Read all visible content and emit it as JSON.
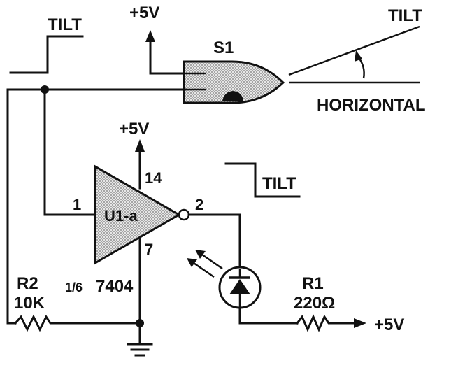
{
  "labels": {
    "tilt_top_left": "TILT",
    "tilt_top_right": "TILT",
    "tilt_mid": "TILT",
    "horizontal": "HORIZONTAL",
    "switch_name": "S1",
    "vcc_top": "+5V",
    "vcc_mid": "+5V",
    "vcc_right": "+5V",
    "pin_vcc": "14",
    "pin_in": "1",
    "pin_out": "2",
    "pin_gnd": "7",
    "gate_name": "U1-a",
    "gate_fraction": "1/6",
    "gate_part": "7404",
    "r2_name": "R2",
    "r2_value": "10K",
    "r1_name": "R1",
    "r1_value": "220Ω"
  },
  "colors": {
    "ink": "#111111",
    "gate_fill": "#c9c9c9",
    "switch_fill": "#d2d2d2",
    "background": "#ffffff"
  },
  "icons": {
    "switch": "mercury-tilt-switch-icon",
    "gate": "inverter-gate-icon",
    "led": "led-icon",
    "resistor": "resistor-icon",
    "ground": "ground-icon",
    "arrow": "arrow-icon"
  }
}
